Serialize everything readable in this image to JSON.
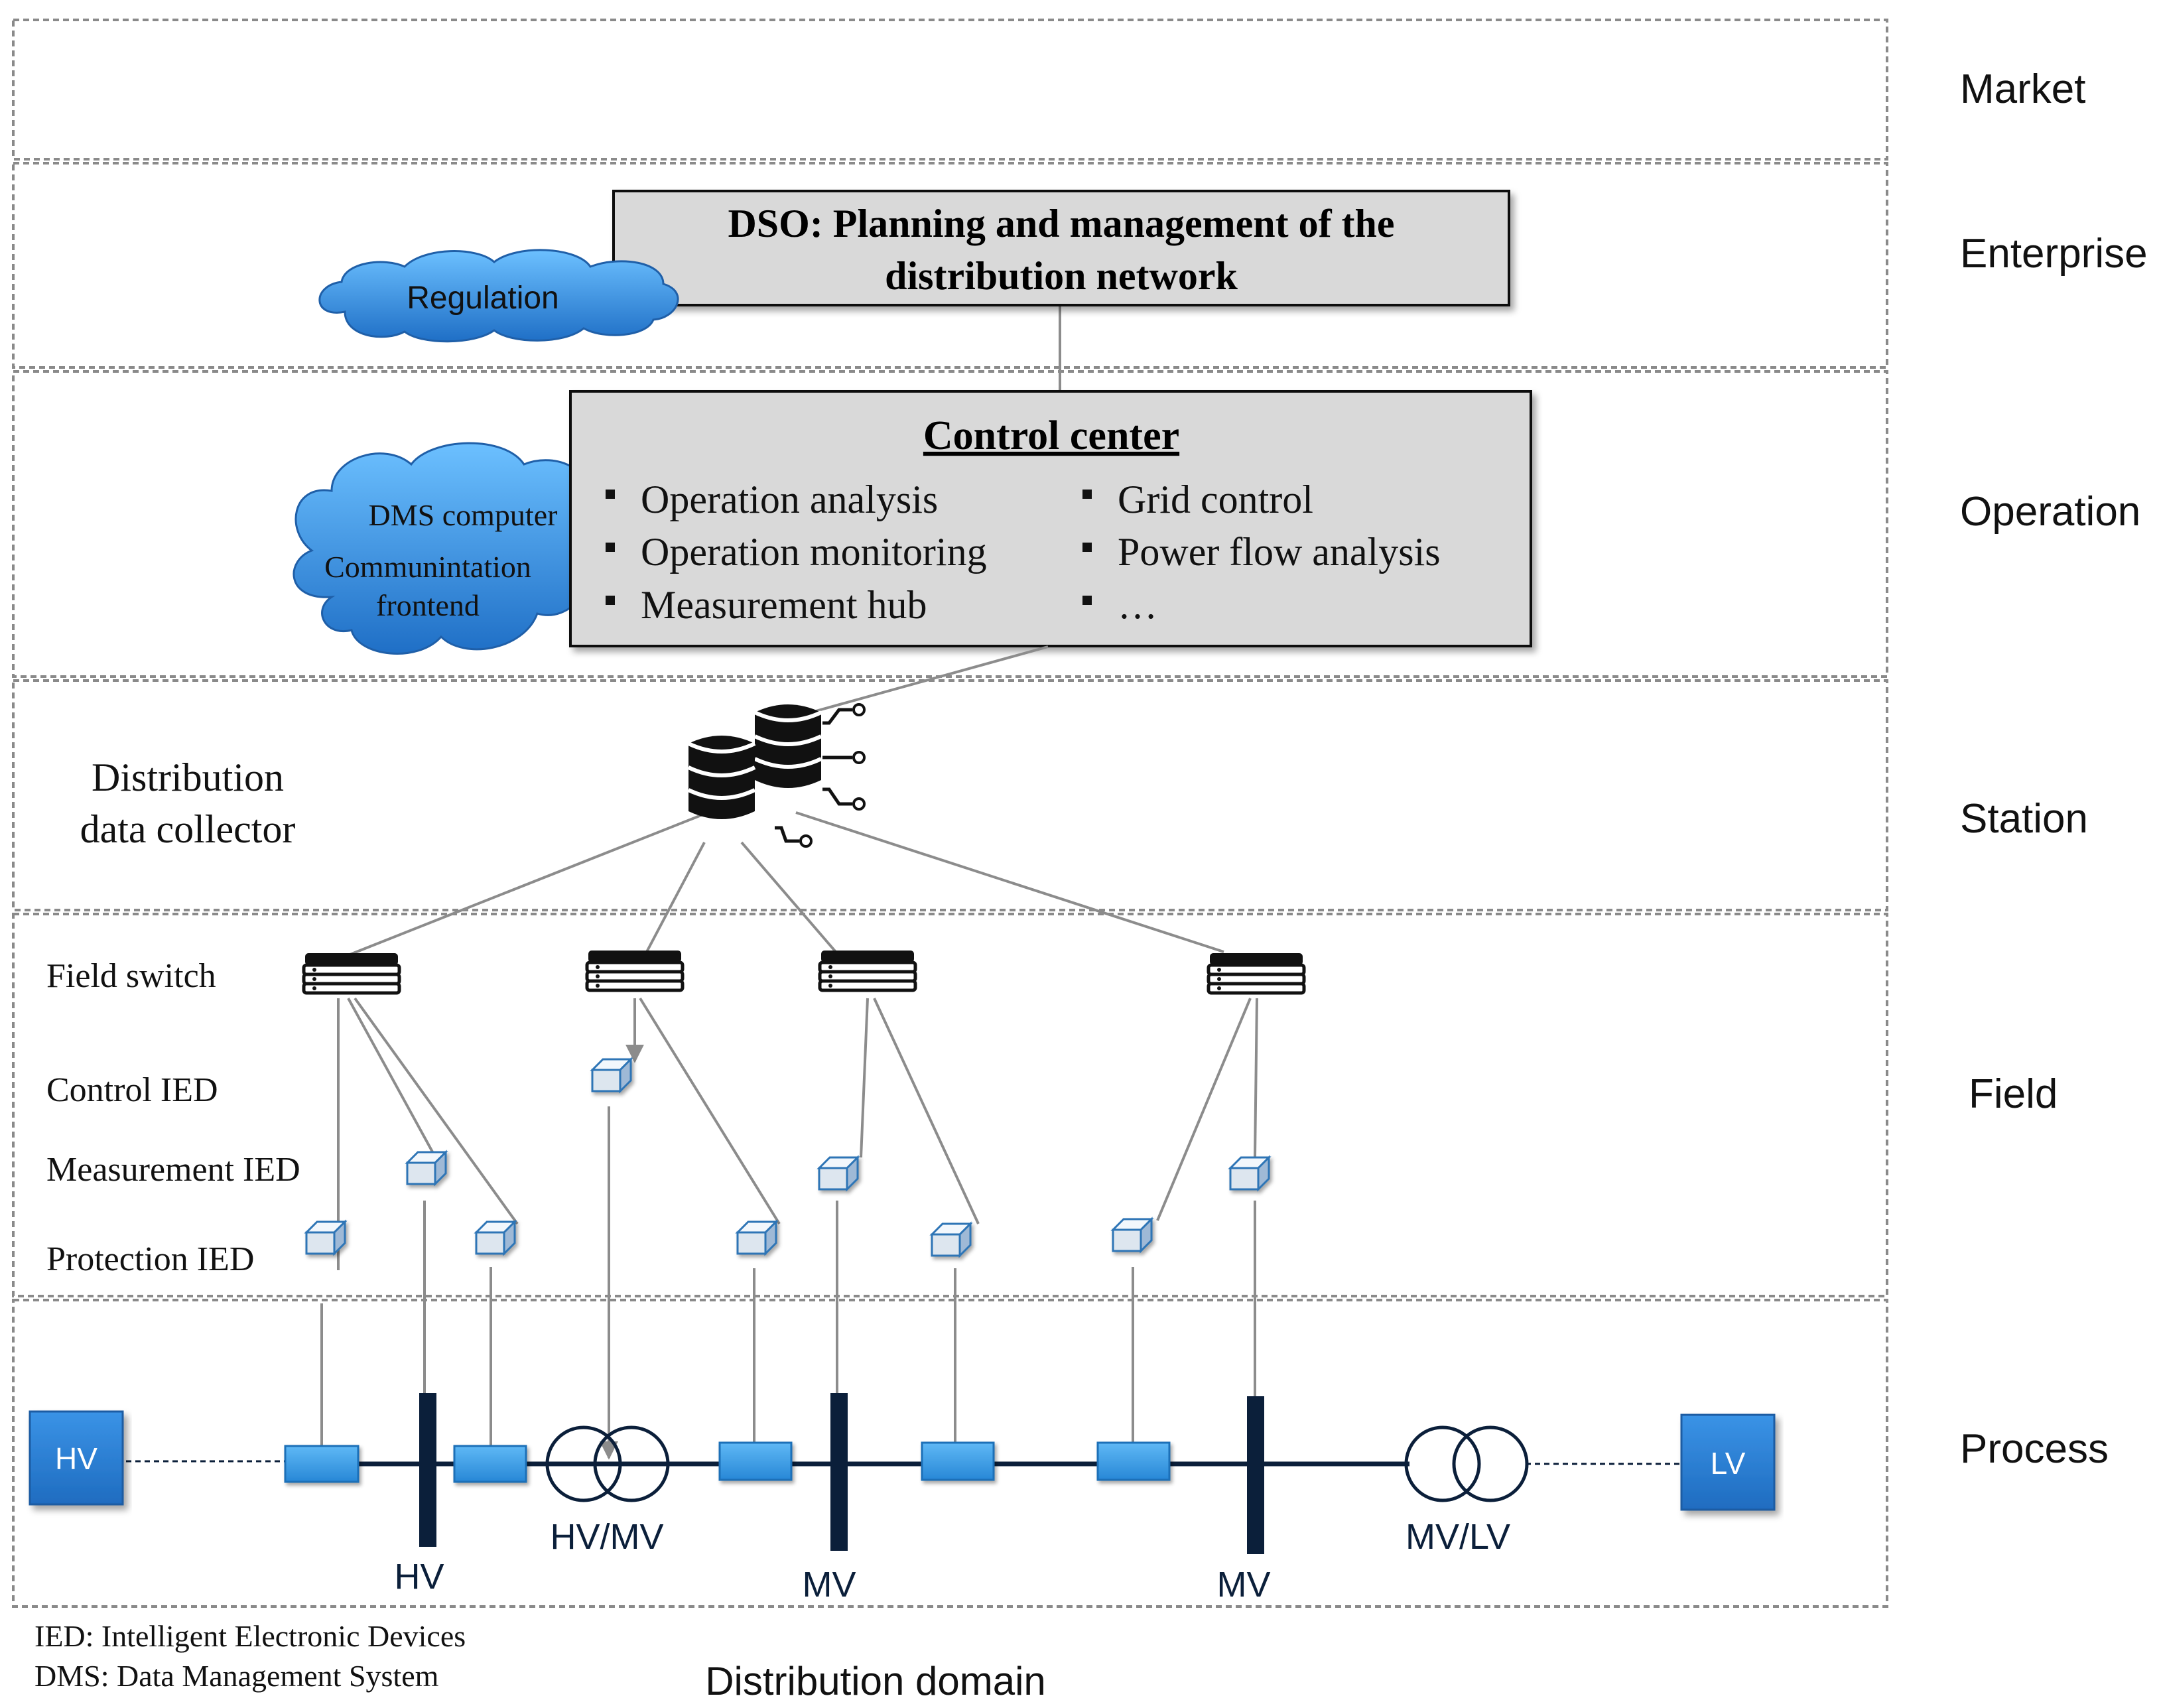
{
  "zones": [
    "Market",
    "Enterprise",
    "Operation",
    "Station",
    "Field",
    "Process"
  ],
  "dso": {
    "line1": "DSO: Planning and management of the",
    "line2": "distribution network"
  },
  "regulation": "Regulation",
  "control_center": {
    "title": "Control center",
    "items_left": [
      "Operation analysis",
      "Operation monitoring",
      "Measurement hub"
    ],
    "items_right": [
      "Grid control",
      "Power flow analysis",
      "…"
    ]
  },
  "dms_cloud": {
    "line1": "DMS computer",
    "line2": "Communintation",
    "line3": "frontend"
  },
  "collector": {
    "line1": "Distribution",
    "line2": "data collector"
  },
  "field_labels": {
    "field_switch": "Field switch",
    "control_ied": "Control IED",
    "measurement_ied": "Measurement IED",
    "protection_ied": "Protection IED"
  },
  "process": {
    "hv_source": "HV",
    "lv_sink": "LV",
    "bus1": "HV",
    "trafo1": "HV/MV",
    "bus2": "MV",
    "bus3": "MV",
    "trafo2": "MV/LV"
  },
  "legend": {
    "ied": "IED: Intelligent Electronic Devices",
    "dms": "DMS: Data Management System"
  },
  "footer": "Distribution domain",
  "colors": {
    "box_fill": "#d9d9d9",
    "cloud_fill": "#2e86de",
    "ied_fill": "#dde9f5",
    "ied_stroke": "#2e75b6",
    "breaker_fill": "#3a9ee4",
    "source_fill": "#2f7fd0",
    "bus": "#0b1f3a",
    "link": "#8c8c8c"
  }
}
